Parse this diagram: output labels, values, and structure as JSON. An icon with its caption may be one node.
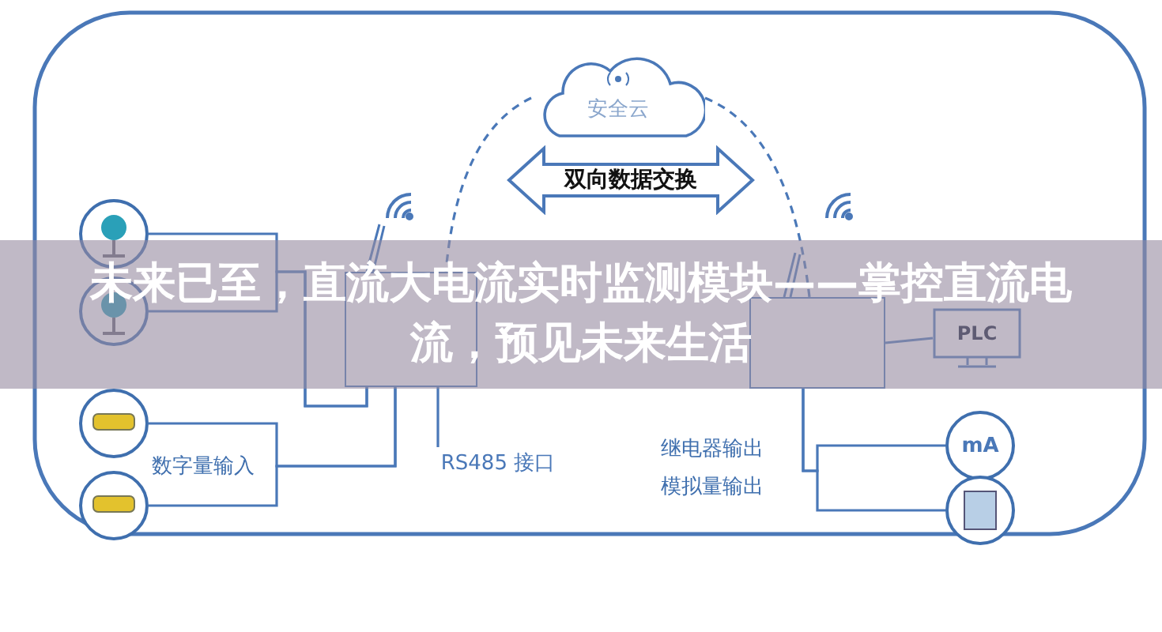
{
  "diagram": {
    "title": "未来已至，直流大电流实时监测模块——掌控直流电流，预见未来生活",
    "nodes": [
      {
        "text": [
          "安全云"
        ]
      },
      {
        "text": [
          "双向数据交换"
        ]
      },
      {
        "text": [],
        "shape": "box"
      },
      {
        "text": [],
        "shape": "box"
      },
      {
        "text": [
          "PLC"
        ]
      },
      {
        "text": [],
        "shape": "picture"
      },
      {
        "text": [],
        "shape": "picture"
      },
      {
        "text": [],
        "shape": "picture"
      },
      {
        "text": [],
        "shape": "picture"
      },
      {
        "text": [
          "RS485 接口"
        ]
      },
      {
        "text": [
          "mA"
        ]
      },
      {
        "text": [],
        "shape": "picture"
      }
    ],
    "edges": [
      {
        "from": 0,
        "to": 2,
        "arrow": "none",
        "style": "dashed"
      },
      {
        "from": 0,
        "to": 3,
        "arrow": "none",
        "style": "dashed"
      },
      {
        "from": 5,
        "to": 2,
        "arrow": "none"
      },
      {
        "from": 6,
        "to": 2,
        "arrow": "none"
      },
      {
        "from": 7,
        "to": 2,
        "arrow": "none"
      },
      {
        "from": 8,
        "to": 2,
        "arrow": "none"
      },
      {
        "from": 2,
        "to": 9,
        "arrow": "none"
      },
      {
        "from": 3,
        "to": 4,
        "arrow": "none"
      },
      {
        "from": 3,
        "to": 10,
        "arrow": "none"
      },
      {
        "from": 3,
        "to": 11,
        "arrow": "none"
      }
    ],
    "labels": [
      "数字量输入",
      "继电器输出",
      "模拟量输出"
    ]
  }
}
